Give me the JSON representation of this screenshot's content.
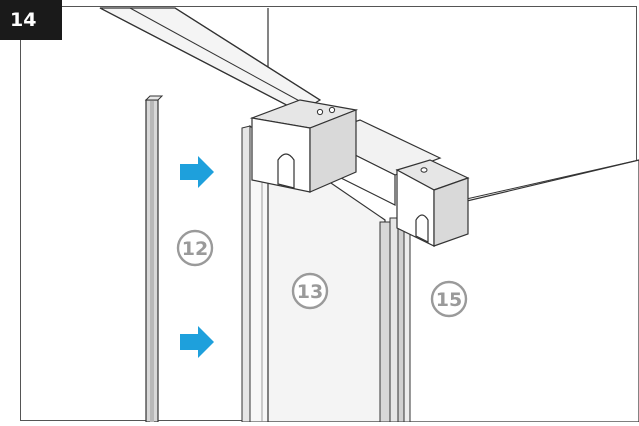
{
  "step": {
    "number": "14"
  },
  "parts": {
    "left_profile": {
      "number": "12"
    },
    "middle_panel": {
      "number": "13"
    },
    "right_panel": {
      "number": "15"
    }
  },
  "icons": {
    "arrows": [
      "arrow-right-icon",
      "arrow-right-icon"
    ]
  },
  "colors": {
    "badge_bg": "#1a1a1a",
    "arrow": "#1ea0dc",
    "line": "#333333",
    "glass": "#f2f2f2",
    "profile": "#d8d8d8",
    "number_circle": "#9a9a9a"
  }
}
